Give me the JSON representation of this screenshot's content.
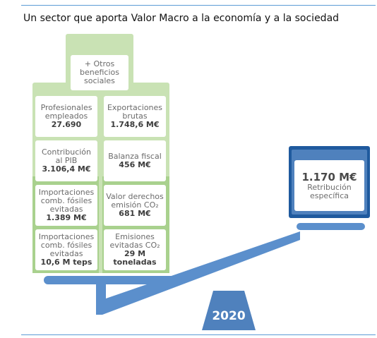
{
  "title": "Un sector que aporta Valor Macro a la economía y a la sociedad",
  "colors": {
    "green": "#a9d18e",
    "green_light": "#c9e2b4",
    "blue": "#4f81bd",
    "blue_dark": "#1f5a9e",
    "blue_scale": "#5b8fcc"
  },
  "top_box": {
    "label": "+ Otros\nbeneficios\nsociales"
  },
  "left_column": [
    {
      "label": "Profesionales\nempleados",
      "value": "27.690"
    },
    {
      "label": "Contribución\nal PIB",
      "value": "3.106,4 M€"
    },
    {
      "label": "Importaciones\ncomb. fósiles\nevitadas",
      "value": "1.389 M€"
    },
    {
      "label": "Importaciones\ncomb. fósiles\nevitadas",
      "value": "10,6 M teps"
    }
  ],
  "right_column": [
    {
      "label": "Exportaciones\nbrutas",
      "value": "1.748,6  M€"
    },
    {
      "label": "Balanza fiscal",
      "value": "456 M€"
    },
    {
      "label": "Valor derechos\nemisión CO₂",
      "value": "681 M€"
    },
    {
      "label": "Emisiones\nevitadas CO₂",
      "value": "29 M toneladas"
    }
  ],
  "blue_box": {
    "value": "1.170 M€",
    "label": "Retribución\nespecífica"
  },
  "year": "2020"
}
